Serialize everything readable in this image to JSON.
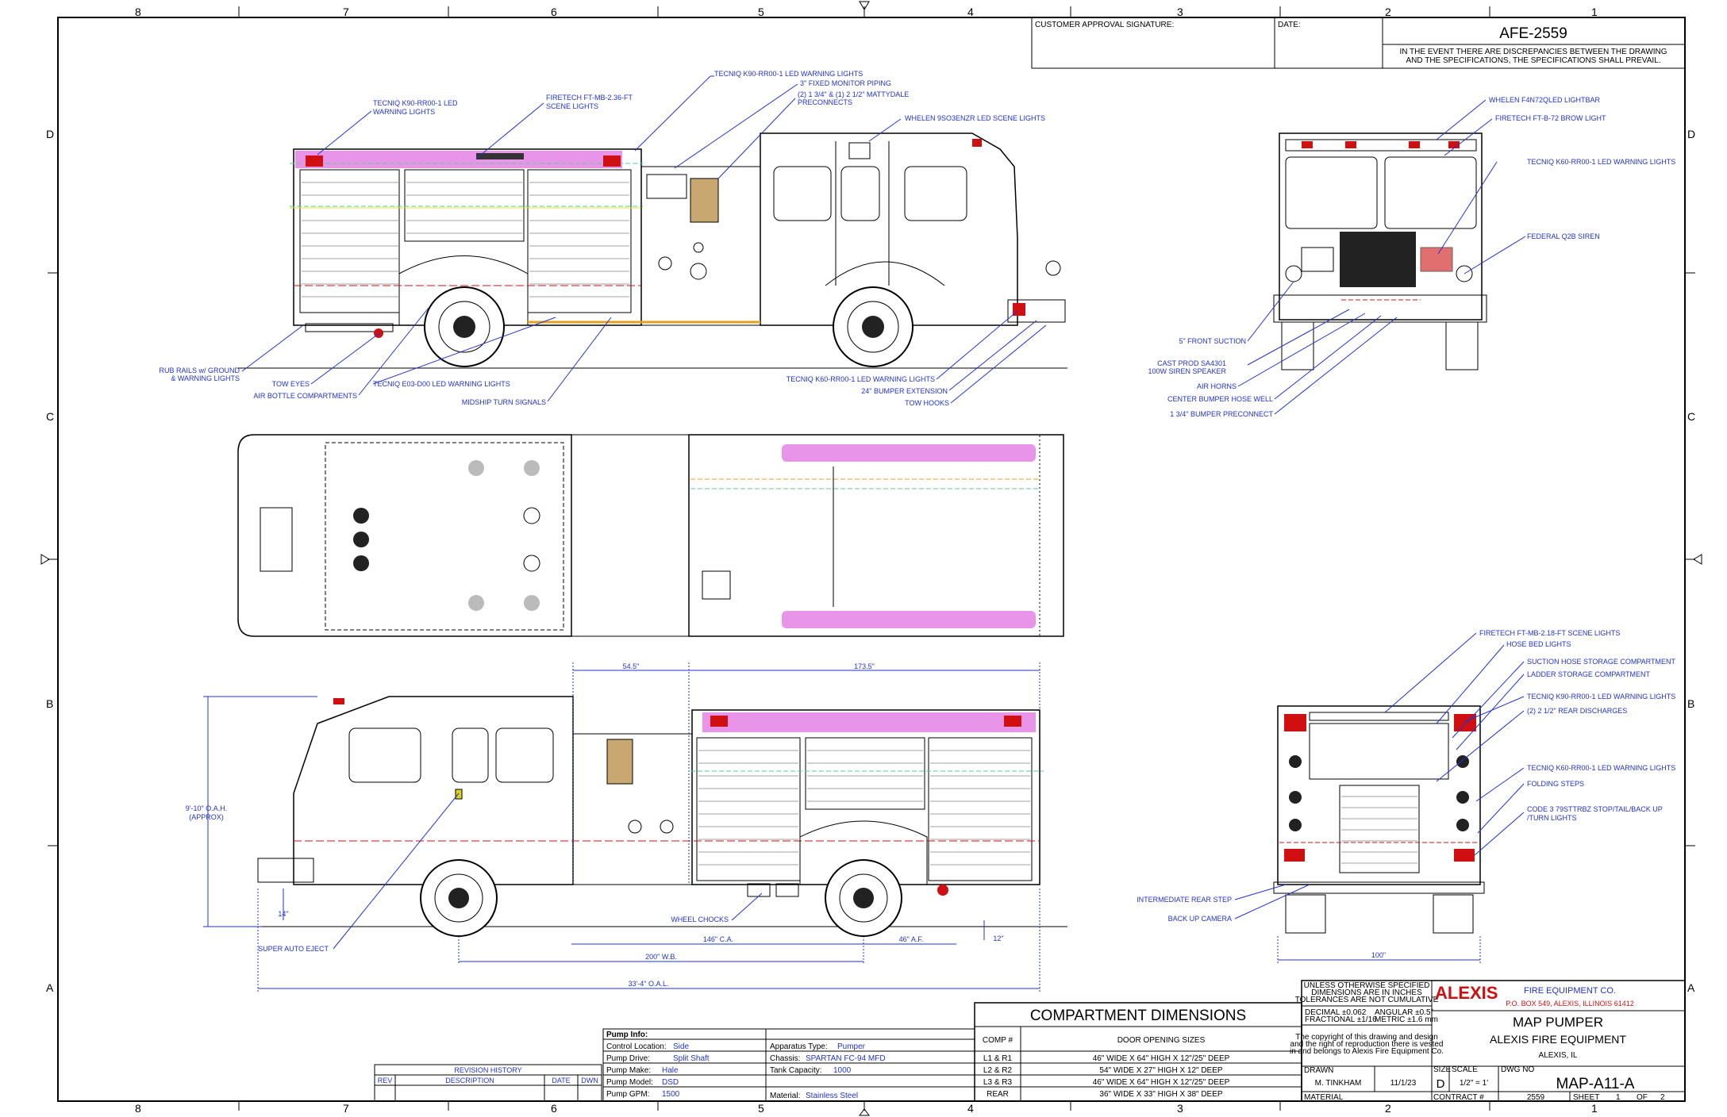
{
  "title_block": {
    "customer_approval_label": "CUSTOMER APPROVAL SIGNATURE:",
    "date_label": "DATE:",
    "job_number": "AFE-2559",
    "discrepancy_note_1": "IN THE EVENT THERE ARE DISCREPANCIES BETWEEN THE DRAWING",
    "discrepancy_note_2": "AND THE SPECIFICATIONS, THE SPECIFICATIONS SHALL PREVAIL.",
    "tolerance_1": "UNLESS OTHERWISE SPECIFIED",
    "tolerance_2": "DIMENSIONS ARE IN INCHES",
    "tolerance_3": "TOLERANCES ARE NOT CUMULATIVE",
    "decimal_tol": "DECIMAL ±0.062",
    "fractional_tol": "FRACTIONAL ±1/16",
    "angular_tol": "ANGULAR ±0.5°",
    "metric_tol": "METRIC ±1.6 mm",
    "copyright_1": "The copyright of this drawing and design",
    "copyright_2": "and the right of reproduction there is vested",
    "copyright_3": "in and belongs to Alexis Fire Equipment Co.",
    "brand": "ALEXIS",
    "company": "FIRE EQUIPMENT CO.",
    "address": "P.O. BOX 549, ALEXIS, ILLINOIS 61412",
    "product": "MAP PUMPER",
    "product_company": "ALEXIS FIRE EQUIPMENT",
    "location": "ALEXIS, IL",
    "drawn_label": "DRAWN",
    "drawn_by": "M. TINKHAM",
    "drawn_date": "11/1/23",
    "size_label": "SIZE",
    "size": "D",
    "scale_label": "SCALE",
    "scale": "1/2\" = 1'",
    "dwg_no_label": "DWG NO",
    "dwg_no": "MAP-A11-A",
    "material_label": "MATERIAL",
    "contract_label": "CONTRACT #",
    "contract": "2559",
    "sheet_label": "SHEET",
    "sheet": "1",
    "of_label": "OF",
    "sheets": "2"
  },
  "zones": {
    "columns": [
      "8",
      "7",
      "6",
      "5",
      "4",
      "3",
      "2",
      "1"
    ],
    "rows": [
      "D",
      "C",
      "B",
      "A"
    ]
  },
  "revision": {
    "title": "REVISION HISTORY",
    "cols": [
      "REV",
      "DESCRIPTION",
      "DATE",
      "DWN"
    ]
  },
  "pump_info": {
    "header": "Pump Info:",
    "rows": [
      {
        "label": "Control Location:",
        "value": "Side"
      },
      {
        "label": "Pump Drive:",
        "value": "Split Shaft"
      },
      {
        "label": "Pump Make:",
        "value": "Hale"
      },
      {
        "label": "Pump Model:",
        "value": "DSD"
      },
      {
        "label": "Pump GPM:",
        "value": "1500"
      }
    ],
    "apparatus": [
      {
        "label": "Apparatus Type:",
        "value": "Pumper"
      },
      {
        "label": "Chassis:",
        "value": "SPARTAN FC-94 MFD"
      },
      {
        "label": "Tank Capacity:",
        "value": "1000"
      },
      {
        "label": "",
        "value": ""
      },
      {
        "label": "Material:",
        "value": "Stainless Steel"
      }
    ]
  },
  "compartments": {
    "title": "COMPARTMENT DIMENSIONS",
    "col_comp": "COMP #",
    "col_sizes": "DOOR OPENING SIZES",
    "rows": [
      {
        "comp": "L1 & R1",
        "size": "46\" WIDE X 64\" HIGH X 12\"/25\" DEEP"
      },
      {
        "comp": "L2 & R2",
        "size": "54\" WIDE X 27\" HIGH X 12\" DEEP"
      },
      {
        "comp": "L3 & R3",
        "size": "46\" WIDE X 64\" HIGH X 12\"/25\" DEEP"
      },
      {
        "comp": "REAR",
        "size": "36\" WIDE X 33\" HIGH X 38\" DEEP"
      }
    ]
  },
  "callouts": {
    "driver_side": [
      "TECNIQ K90-RR00-1 LED WARNING LIGHTS",
      "3\" FIXED MONITOR PIPING",
      "(2) 1 3/4\" & (1) 2 1/2\" MATTYDALE",
      "PRECONNECTS",
      "FIRETECH FT-MB-2.36-FT",
      "SCENE LIGHTS",
      "TECNIQ K90-RR00-1 LED",
      "WARNING LIGHTS",
      "WHELEN 9SO3ENZR LED SCENE LIGHTS",
      "RUB RAILS w/ GROUND",
      "& WARNING LIGHTS",
      "TOW EYES",
      "AIR BOTTLE COMPARTMENTS",
      "TECNIQ E03-D00 LED WARNING LIGHTS",
      "MIDSHIP TURN SIGNALS",
      "TECNIQ K60-RR00-1 LED WARNING LIGHTS",
      "24\" BUMPER EXTENSION",
      "TOW HOOKS"
    ],
    "front": [
      "WHELEN F4N72QLED LIGHTBAR",
      "FIRETECH FT-B-72 BROW LIGHT",
      "TECNIQ K60-RR00-1 LED WARNING LIGHTS",
      "FEDERAL Q2B SIREN",
      "5\" FRONT SUCTION",
      "CAST PROD SA4301",
      "100W SIREN SPEAKER",
      "AIR HORNS",
      "CENTER BUMPER HOSE WELL",
      "1 3/4\" BUMPER PRECONNECT"
    ],
    "rear": [
      "FIRETECH FT-MB-2.18-FT SCENE LIGHTS",
      "HOSE BED LIGHTS",
      "SUCTION HOSE STORAGE COMPARTMENT",
      "LADDER STORAGE COMPARTMENT",
      "TECNIQ K90-RR00-1 LED WARNING LIGHTS",
      "(2) 2 1/2\" REAR DISCHARGES",
      "TECNIQ K60-RR00-1 LED WARNING LIGHTS",
      "FOLDING STEPS",
      "CODE 3 79STTRBZ STOP/TAIL/BACK UP",
      "/TURN LIGHTS",
      "INTERMEDIATE REAR STEP",
      "BACK UP CAMERA"
    ],
    "officer_side": [
      "WHEEL CHOCKS",
      "SUPER AUTO EJECT"
    ]
  },
  "dimensions": {
    "oah_1": "9'-10\" O.A.H.",
    "oah_2": "(APPROX)",
    "d_545": "54.5\"",
    "d_1735": "173.5\"",
    "d_14": "14\"",
    "d_ca": "146\" C.A.",
    "d_af": "46\" A.F.",
    "d_12": "12\"",
    "d_wb": "200\" W.B.",
    "d_oal": "33'-4\" O.A.L.",
    "d_100": "100\""
  },
  "colors": {
    "annotation_blue": "#2233cc",
    "light_magenta": "#e070e0",
    "warning_red": "#d01010",
    "guide_green": "#50d090"
  }
}
